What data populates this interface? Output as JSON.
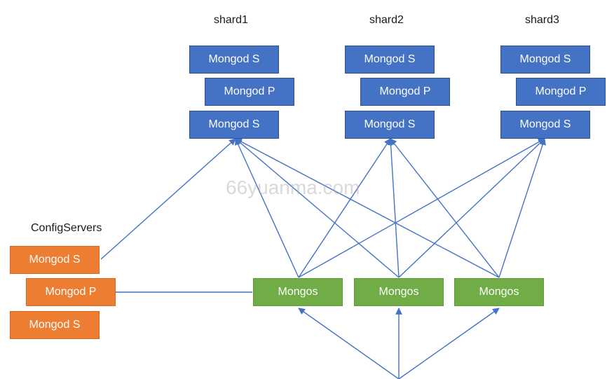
{
  "shards": [
    {
      "title": "shard1",
      "members": [
        "Mongod S",
        "Mongod P",
        "Mongod S"
      ]
    },
    {
      "title": "shard2",
      "members": [
        "Mongod S",
        "Mongod P",
        "Mongod S"
      ]
    },
    {
      "title": "shard3",
      "members": [
        "Mongod S",
        "Mongod P",
        "Mongod S"
      ]
    }
  ],
  "config_servers": {
    "title": "ConfigServers",
    "members": [
      "Mongod S",
      "Mongod P",
      "Mongod S"
    ]
  },
  "routers": [
    "Mongos",
    "Mongos",
    "Mongos"
  ],
  "watermark": "66yuanma.com",
  "colors": {
    "shard_box": "#4472c4",
    "config_box": "#ed7d31",
    "router_box": "#70ad47",
    "edge": "#4472c4"
  }
}
